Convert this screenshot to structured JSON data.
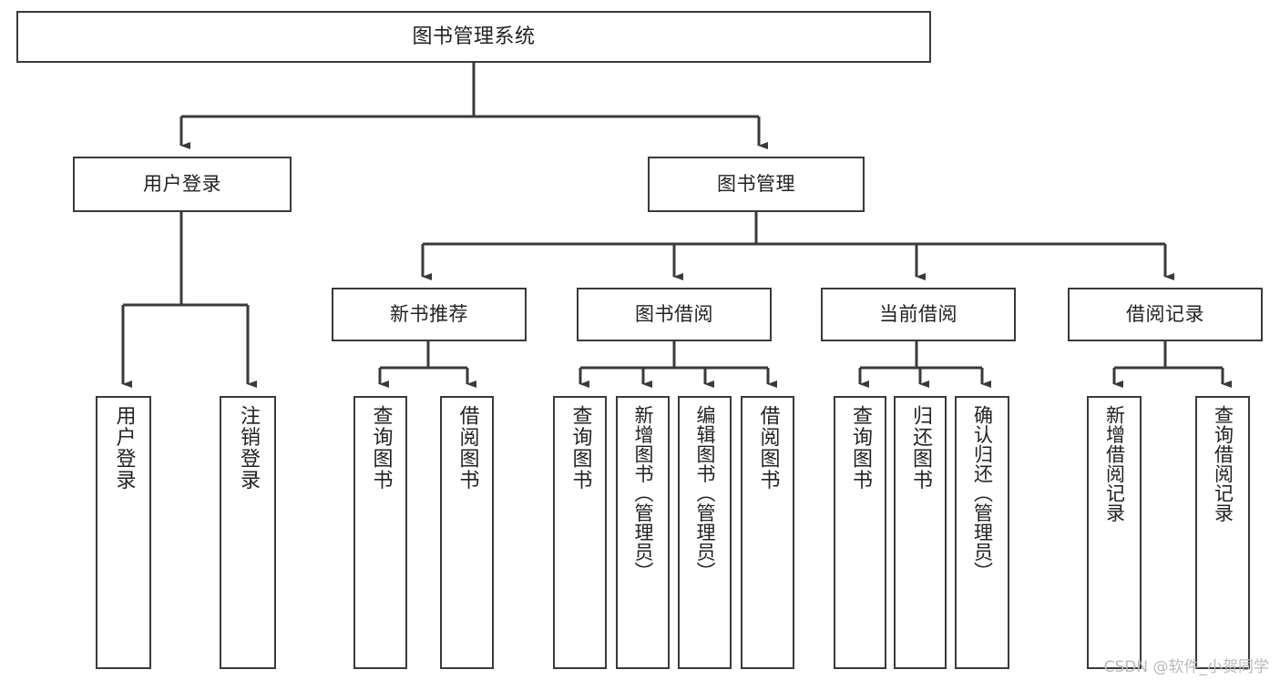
{
  "diagram": {
    "type": "tree",
    "title": "图书管理系统",
    "watermark": "CSDN @软件_小贺同学",
    "colors": {
      "background": "#ffffff",
      "node_border": "#3a3a3a",
      "node_fill": "#ffffff",
      "text": "#222222",
      "edge": "#3a3a3a",
      "watermark": "#b9b9b9"
    },
    "nodes": {
      "root": {
        "label": "图书管理系统"
      },
      "level2": [
        {
          "id": "user-login",
          "label": "用户登录"
        },
        {
          "id": "book-manage",
          "label": "图书管理"
        }
      ],
      "level3": [
        {
          "id": "new-book-rec",
          "label": "新书推荐"
        },
        {
          "id": "book-borrow",
          "label": "图书借阅"
        },
        {
          "id": "current-borrow",
          "label": "当前借阅"
        },
        {
          "id": "borrow-record",
          "label": "借阅记录"
        }
      ],
      "leaves": {
        "user-login": [
          {
            "id": "leaf-user-login",
            "label": "用户登录"
          },
          {
            "id": "leaf-logout-login",
            "label": "注销登录"
          }
        ],
        "new-book-rec": [
          {
            "id": "leaf-query-book-1",
            "label": "查询图书"
          },
          {
            "id": "leaf-borrow-book-1",
            "label": "借阅图书"
          }
        ],
        "book-borrow": [
          {
            "id": "leaf-query-book-2",
            "label": "查询图书"
          },
          {
            "id": "leaf-add-book",
            "label": "新增图书（管理员）"
          },
          {
            "id": "leaf-edit-book",
            "label": "编辑图书（管理员）"
          },
          {
            "id": "leaf-borrow-book-2",
            "label": "借阅图书"
          }
        ],
        "current-borrow": [
          {
            "id": "leaf-query-book-3",
            "label": "查询图书"
          },
          {
            "id": "leaf-return-book",
            "label": "归还图书"
          },
          {
            "id": "leaf-confirm-return",
            "label": "确认归还（管理员）"
          }
        ],
        "borrow-record": [
          {
            "id": "leaf-add-record",
            "label": "新增借阅记录"
          },
          {
            "id": "leaf-query-record",
            "label": "查询借阅记录"
          }
        ]
      }
    }
  }
}
